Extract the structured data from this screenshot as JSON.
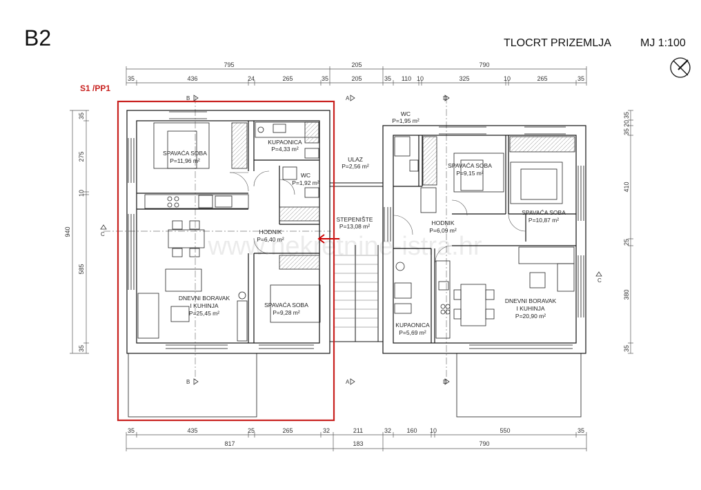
{
  "header": {
    "building": "B2",
    "title": "TLOCRT PRIZEMLJA",
    "scale": "MJ 1:100"
  },
  "unit_label": "S1 /PP1",
  "watermark": "www.nekretnine-istra.hr",
  "rooms": {
    "spavaca_soba_1": {
      "name": "SPAVAĆA SOBA",
      "area": "P=11,96 m²"
    },
    "kupaonica_1": {
      "name": "KUPAONICA",
      "area": "P=4,33 m²"
    },
    "wc_1": {
      "name": "WC",
      "area": "P=1,92 m²"
    },
    "hodnik_1": {
      "name": "HODNIK",
      "area": "P=6,40 m²"
    },
    "dnevni_1": {
      "name1": "DNEVNI BORAVAK",
      "name2": "I KUHINJA",
      "area": "P=25,45 m²"
    },
    "spavaca_soba_2": {
      "name": "SPAVAĆA SOBA",
      "area": "P=9,28 m²"
    },
    "ulaz": {
      "name": "ULAZ",
      "area": "P=2,56 m²"
    },
    "stepeniste": {
      "name": "STEPENIŠTE",
      "area": "P=13,08 m²"
    },
    "wc_2": {
      "name": "WC",
      "area": "P=1,95 m²"
    },
    "spavaca_soba_3": {
      "name": "SPAVAĆA SOBA",
      "area": "P=9,15 m²"
    },
    "spavaca_soba_4": {
      "name": "SPAVAĆA SOBA",
      "area": "P=10,87 m²"
    },
    "hodnik_2": {
      "name": "HODNIK",
      "area": "P=6,09 m²"
    },
    "kupaonica_2": {
      "name": "KUPAONICA",
      "area": "P=5,69 m²"
    },
    "dnevni_2": {
      "name1": "DNEVNI BORAVAK",
      "name2": "I KUHINJA",
      "area": "P=20,90 m²"
    }
  },
  "dims": {
    "top1": [
      "795",
      "205",
      "790"
    ],
    "top2": [
      "35",
      "436",
      "24",
      "265",
      "35",
      "205",
      "35",
      "110",
      "10",
      "325",
      "10",
      "265",
      "35"
    ],
    "bot1": [
      "35",
      "435",
      "25",
      "265",
      "32",
      "211",
      "32",
      "160",
      "10",
      "550",
      "35"
    ],
    "bot2": [
      "817",
      "183",
      "790"
    ],
    "left": [
      "35",
      "275",
      "10",
      "585",
      "35"
    ],
    "left_total": "940",
    "right": [
      "35",
      "20",
      "35",
      "410",
      "25",
      "380",
      "35"
    ]
  },
  "sections": {
    "a_top": "A",
    "a_bot": "A",
    "b_top": "B",
    "b_bot": "B",
    "c_left": "C",
    "c_right": "C",
    "d_top": "D",
    "d_bot": "D"
  }
}
